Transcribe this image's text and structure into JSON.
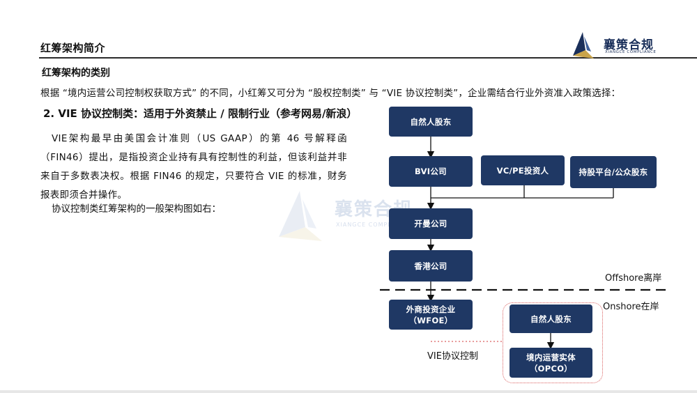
{
  "header": {
    "title": "红筹架构简介",
    "logo_text": "襄策合规",
    "logo_sub": "XIANGCE COMPLIANCE"
  },
  "section": {
    "title": "红筹架构的类别",
    "intro": "根据  “境内运营公司控制权获取方式”  的不同，小红筹又可分为  “股权控制类”  与  “VIE 协议控制类”，企业需结合行业外资准入政策选择：",
    "subtitle": "2. VIE 协议控制类：适用于外资禁止 / 限制行业（参考网易/新浪）",
    "paragraph": "VIE架构最早由美国会计准则（US GAAP）的第 46 号解释函（FIN46）提出，是指投资企业持有具有控制性的利益，但该利益并非来自于多数表决权。根据 FIN46 的规定，只要符合 VIE 的标准，财务报表即须合并操作。",
    "paragraph2": "协议控制类红筹架构的一般架构图如右："
  },
  "watermark": {
    "text": "襄策合规",
    "sub": "XIANGCE COMPLIANCE"
  },
  "diagram": {
    "boxes": {
      "natural_shareholder_top": "自然人股东",
      "bvi": "BVI公司",
      "vcpe": "VC/PE投资人",
      "esop": "持股平台/公众股东",
      "cayman": "开曼公司",
      "hk": "香港公司",
      "wfoe_line1": "外商投资企业",
      "wfoe_line2": "（WFOE）",
      "natural_shareholder_onshore": "自然人股东",
      "opco_line1": "境内运营实体",
      "opco_line2": "（OPCO）"
    },
    "labels": {
      "offshore": "Offshore离岸",
      "onshore": "Onshore在岸",
      "vie": "VIE协议控制"
    }
  },
  "colors": {
    "box": "#1f3864",
    "logo": "#1a2f5a",
    "dotted": "#d95f5f"
  }
}
